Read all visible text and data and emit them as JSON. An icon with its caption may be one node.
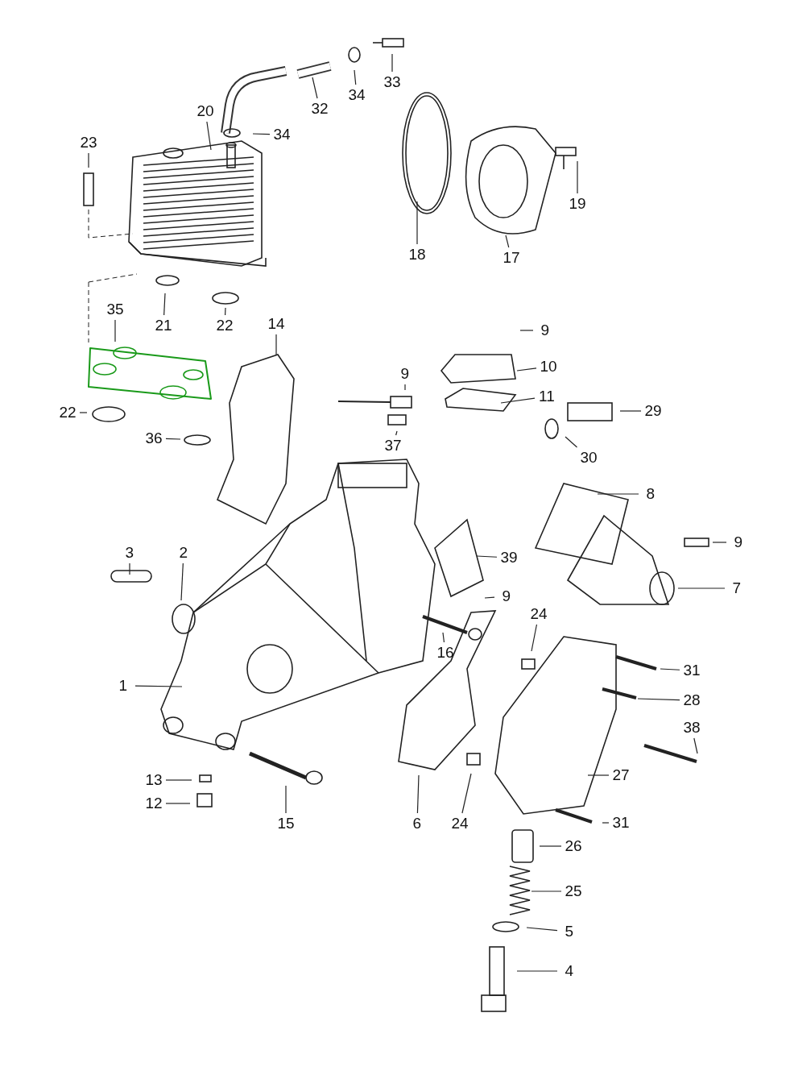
{
  "diagram": {
    "nodes": [
      {
        "text": [
          "33"
        ]
      },
      {
        "text": [
          "34"
        ]
      },
      {
        "text": [
          "32"
        ]
      },
      {
        "text": [
          "20"
        ]
      },
      {
        "text": [
          "34"
        ]
      },
      {
        "text": [
          "23"
        ]
      },
      {
        "text": [
          "19"
        ]
      },
      {
        "text": [
          "18"
        ]
      },
      {
        "text": [
          "17"
        ]
      },
      {
        "text": [
          "35"
        ]
      },
      {
        "text": [
          "21"
        ]
      },
      {
        "text": [
          "22"
        ]
      },
      {
        "text": [
          "14"
        ]
      },
      {
        "text": [
          "9"
        ]
      },
      {
        "text": [
          "10"
        ]
      },
      {
        "text": [
          "9"
        ]
      },
      {
        "text": [
          "11"
        ]
      },
      {
        "text": [
          "29"
        ]
      },
      {
        "text": [
          "22"
        ]
      },
      {
        "text": [
          "36"
        ]
      },
      {
        "text": [
          "37"
        ]
      },
      {
        "text": [
          "30"
        ]
      },
      {
        "text": [
          "8"
        ]
      },
      {
        "text": [
          "9"
        ]
      },
      {
        "text": [
          "3"
        ]
      },
      {
        "text": [
          "2"
        ]
      },
      {
        "text": [
          "39"
        ]
      },
      {
        "text": [
          "7"
        ]
      },
      {
        "text": [
          "9"
        ]
      },
      {
        "text": [
          "24"
        ]
      },
      {
        "text": [
          "16"
        ]
      },
      {
        "text": [
          "31"
        ]
      },
      {
        "text": [
          "1"
        ]
      },
      {
        "text": [
          "28"
        ]
      },
      {
        "text": [
          "38"
        ]
      },
      {
        "text": [
          "27"
        ]
      },
      {
        "text": [
          "13"
        ]
      },
      {
        "text": [
          "12"
        ]
      },
      {
        "text": [
          "15"
        ]
      },
      {
        "text": [
          "6"
        ]
      },
      {
        "text": [
          "24"
        ]
      },
      {
        "text": [
          "31"
        ]
      },
      {
        "text": [
          "26"
        ]
      },
      {
        "text": [
          "25"
        ]
      },
      {
        "text": [
          "5"
        ]
      },
      {
        "text": [
          "4"
        ]
      }
    ],
    "edges": [
      {
        "from": 0,
        "to": null,
        "arrow": "none"
      },
      {
        "from": 1,
        "to": null,
        "arrow": "none"
      },
      {
        "from": 2,
        "to": null,
        "arrow": "none"
      },
      {
        "from": 3,
        "to": null,
        "arrow": "none"
      },
      {
        "from": 4,
        "to": null,
        "arrow": "none"
      },
      {
        "from": 5,
        "to": null,
        "arrow": "none"
      },
      {
        "from": 6,
        "to": null,
        "arrow": "none"
      },
      {
        "from": 7,
        "to": null,
        "arrow": "none"
      },
      {
        "from": 8,
        "to": null,
        "arrow": "none"
      },
      {
        "from": 9,
        "to": null,
        "arrow": "none"
      },
      {
        "from": 10,
        "to": null,
        "arrow": "none"
      },
      {
        "from": 11,
        "to": null,
        "arrow": "none"
      },
      {
        "from": 12,
        "to": null,
        "arrow": "none"
      },
      {
        "from": 13,
        "to": null,
        "arrow": "none"
      },
      {
        "from": 14,
        "to": null,
        "arrow": "none"
      },
      {
        "from": 15,
        "to": null,
        "arrow": "none"
      },
      {
        "from": 16,
        "to": null,
        "arrow": "none"
      },
      {
        "from": 17,
        "to": null,
        "arrow": "none"
      },
      {
        "from": 18,
        "to": null,
        "arrow": "none"
      },
      {
        "from": 19,
        "to": null,
        "arrow": "none"
      },
      {
        "from": 20,
        "to": null,
        "arrow": "none"
      },
      {
        "from": 21,
        "to": null,
        "arrow": "none"
      },
      {
        "from": 22,
        "to": null,
        "arrow": "none"
      },
      {
        "from": 23,
        "to": null,
        "arrow": "none"
      },
      {
        "from": 24,
        "to": null,
        "arrow": "none"
      },
      {
        "from": 25,
        "to": null,
        "arrow": "none"
      },
      {
        "from": 26,
        "to": null,
        "arrow": "none"
      },
      {
        "from": 27,
        "to": null,
        "arrow": "none"
      },
      {
        "from": 28,
        "to": null,
        "arrow": "none"
      },
      {
        "from": 29,
        "to": null,
        "arrow": "none"
      },
      {
        "from": 30,
        "to": null,
        "arrow": "none"
      },
      {
        "from": 31,
        "to": null,
        "arrow": "none"
      },
      {
        "from": 32,
        "to": null,
        "arrow": "none"
      },
      {
        "from": 33,
        "to": null,
        "arrow": "none"
      },
      {
        "from": 34,
        "to": null,
        "arrow": "none"
      },
      {
        "from": 35,
        "to": null,
        "arrow": "none"
      },
      {
        "from": 36,
        "to": null,
        "arrow": "none"
      },
      {
        "from": 37,
        "to": null,
        "arrow": "none"
      },
      {
        "from": 38,
        "to": null,
        "arrow": "none"
      },
      {
        "from": 39,
        "to": null,
        "arrow": "none"
      },
      {
        "from": 40,
        "to": null,
        "arrow": "none"
      },
      {
        "from": 41,
        "to": null,
        "arrow": "none"
      },
      {
        "from": 42,
        "to": null,
        "arrow": "none"
      },
      {
        "from": 43,
        "to": null,
        "arrow": "none"
      },
      {
        "from": 44,
        "to": null,
        "arrow": "none"
      },
      {
        "from": 45,
        "to": null,
        "arrow": "none"
      }
    ]
  }
}
